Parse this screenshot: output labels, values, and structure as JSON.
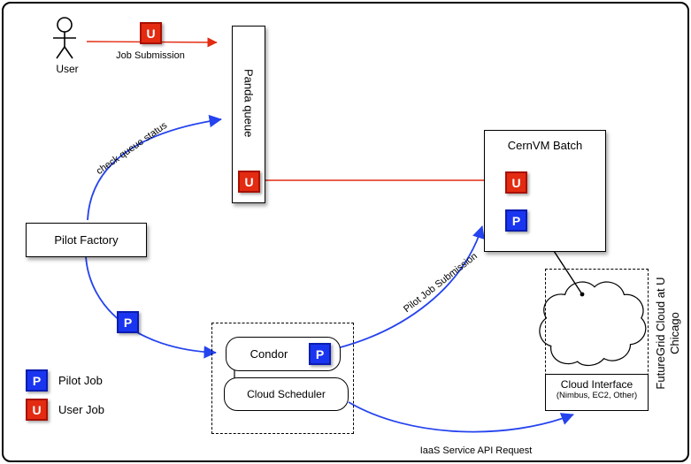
{
  "nodes": {
    "user": "User",
    "panda_queue": "Panda queue",
    "cernvm_batch": "CernVM Batch",
    "pilot_factory": "Pilot Factory",
    "condor": "Condor",
    "cloud_scheduler": "Cloud Scheduler",
    "cloud_interface": "Cloud Interface",
    "cloud_interface_detail": "(Nimbus, EC2, Other)",
    "futuregrid_line1": "FutureGrid Cloud at U",
    "futuregrid_line2": "Chicago"
  },
  "edges": {
    "job_submission": "Job Submission",
    "check_queue_status": "check queue status",
    "pilot_job_submission": "Pilot Job Submission",
    "iaas_request": "IaaS Service API Request"
  },
  "badges": {
    "pilot": "P",
    "user": "U"
  },
  "legend": {
    "pilot_job": "Pilot Job",
    "user_job": "User Job"
  },
  "colors": {
    "user_job_fill": "#e32b12",
    "pilot_job_fill": "#1a35f0",
    "red_arrow": "#e32b12",
    "blue_arrow": "#2543ee"
  }
}
